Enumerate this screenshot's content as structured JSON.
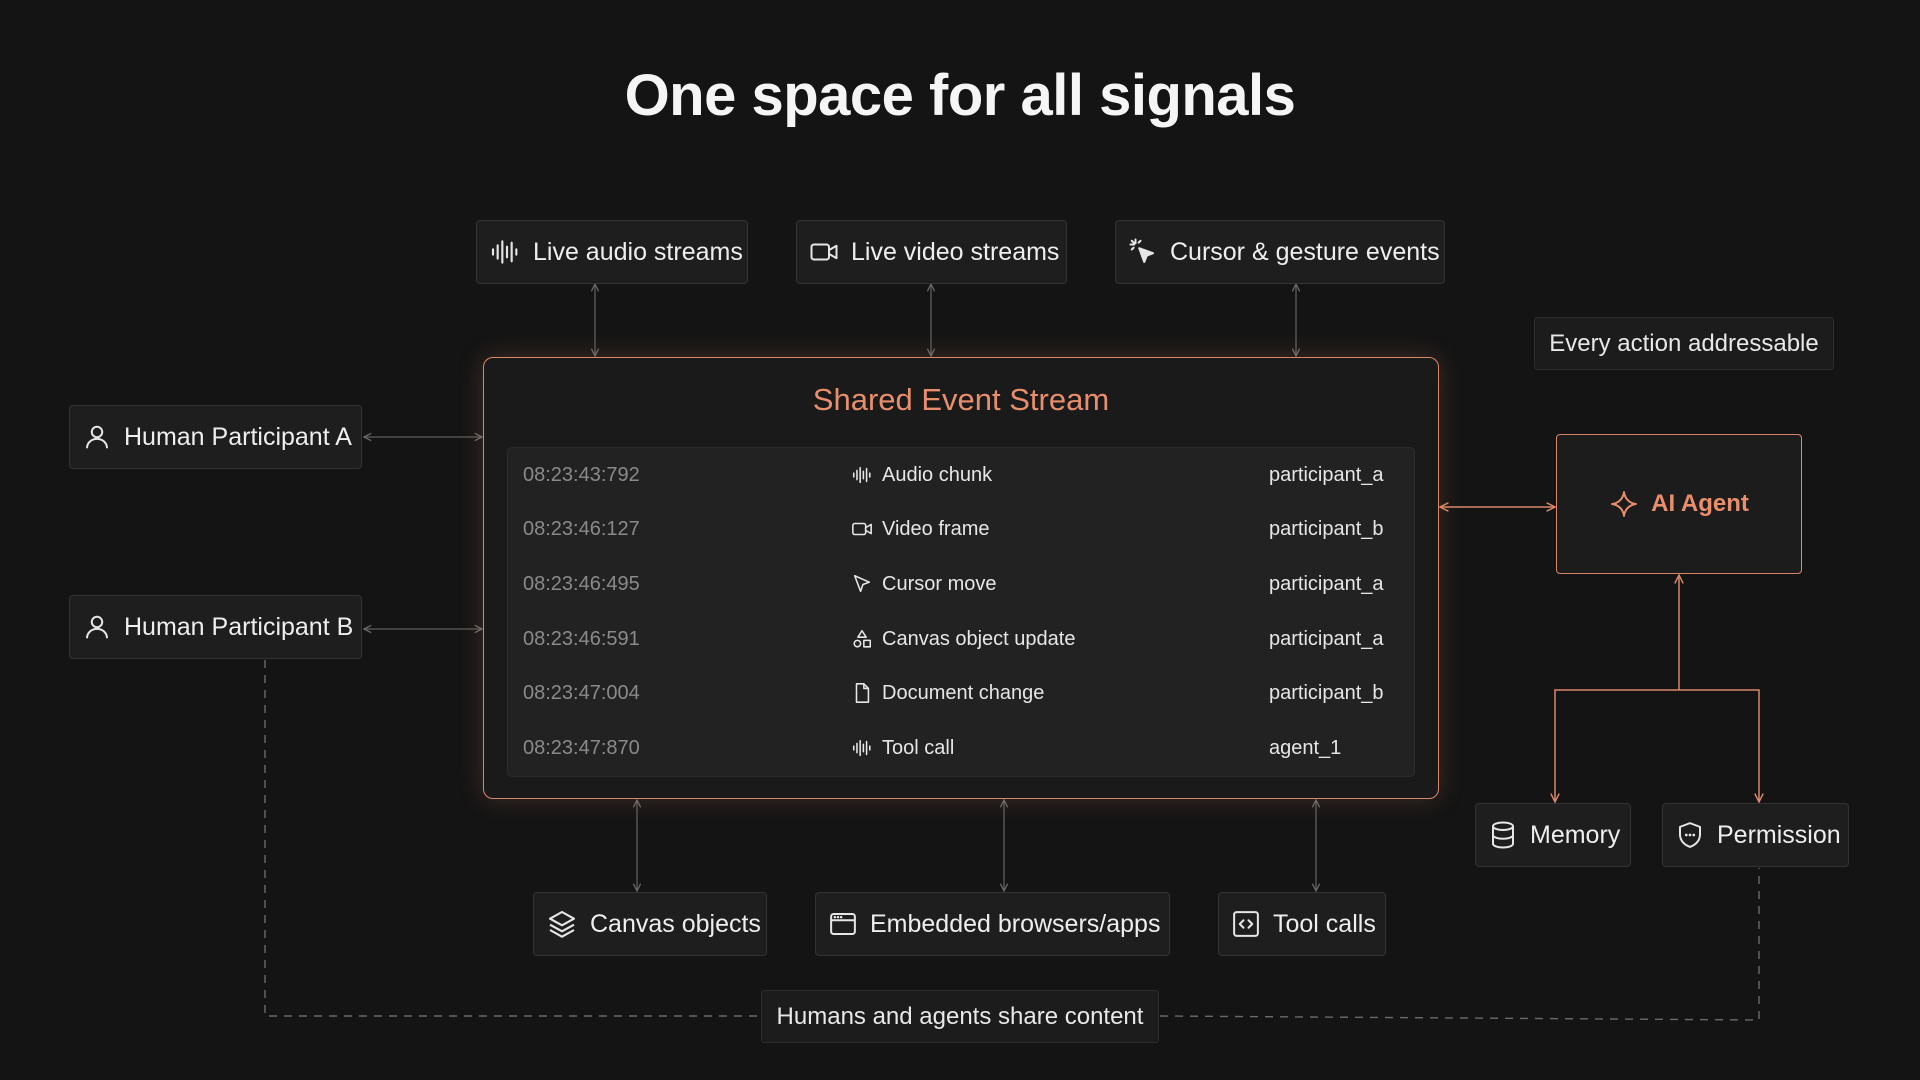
{
  "title": "One space for all signals",
  "top_sources": [
    {
      "label": "Live audio streams",
      "icon": "audio-waveform-icon"
    },
    {
      "label": "Live video streams",
      "icon": "video-camera-icon"
    },
    {
      "label": "Cursor & gesture events",
      "icon": "cursor-click-icon"
    }
  ],
  "participants": [
    {
      "label": "Human Participant A",
      "icon": "user-icon"
    },
    {
      "label": "Human Participant B",
      "icon": "user-icon"
    }
  ],
  "stream": {
    "title": "Shared Event Stream",
    "rows": [
      {
        "timestamp": "08:23:43:792",
        "event": "Audio chunk",
        "source": "participant_a",
        "icon": "audio-waveform-icon"
      },
      {
        "timestamp": "08:23:46:127",
        "event": "Video frame",
        "source": "participant_b",
        "icon": "video-camera-icon"
      },
      {
        "timestamp": "08:23:46:495",
        "event": "Cursor move",
        "source": "participant_a",
        "icon": "cursor-icon"
      },
      {
        "timestamp": "08:23:46:591",
        "event": "Canvas object update",
        "source": "participant_a",
        "icon": "shapes-icon"
      },
      {
        "timestamp": "08:23:47:004",
        "event": "Document change",
        "source": "participant_b",
        "icon": "document-icon"
      },
      {
        "timestamp": "08:23:47:870",
        "event": "Tool call",
        "source": "agent_1",
        "icon": "audio-waveform-icon"
      }
    ]
  },
  "addressable_label": "Every action addressable",
  "agent": {
    "label": "AI Agent",
    "icon": "sparkle-icon"
  },
  "agent_deps": [
    {
      "label": "Memory",
      "icon": "database-icon"
    },
    {
      "label": "Permission",
      "icon": "shield-icon"
    }
  ],
  "bottom_targets": [
    {
      "label": "Canvas objects",
      "icon": "layers-icon"
    },
    {
      "label": "Embedded browsers/apps",
      "icon": "browser-window-icon"
    },
    {
      "label": "Tool calls",
      "icon": "code-icon"
    }
  ],
  "share_label": "Humans and agents share content",
  "colors": {
    "background": "#141414",
    "accent": "#e88e6d",
    "node_bg": "#1e1e1e",
    "border": "#333333"
  }
}
